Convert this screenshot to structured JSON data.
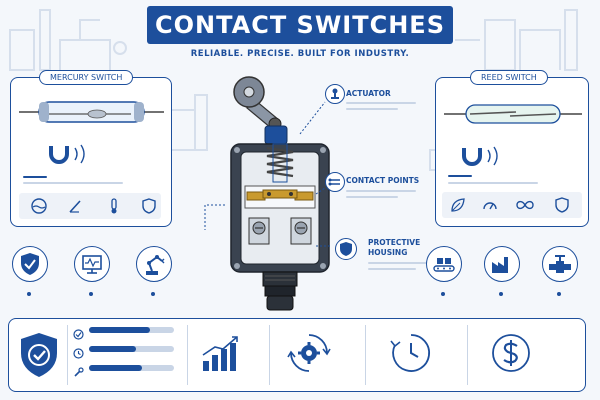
{
  "header": {
    "title": "CONTACT SWITCHES",
    "subtitle": "RELIABLE. PRECISE. BUILT FOR INDUSTRY."
  },
  "left_panel": {
    "title": "MERCURY SWITCH",
    "icons": [
      "level-icon",
      "tilt-icon",
      "thermometer-icon",
      "shield-icon"
    ]
  },
  "right_panel": {
    "title": "REED SWITCH",
    "icons": [
      "leaf-icon",
      "gauge-icon",
      "infinity-icon",
      "shield-icon"
    ]
  },
  "callouts": {
    "actuator": "ACTUATOR",
    "contact_points": "CONTACT POINTS",
    "protective_housing": "PROTECTIVE HOUSING"
  },
  "bottom_bars": [
    {
      "icon": "check-circle-icon",
      "level": 0.72
    },
    {
      "icon": "clock-icon",
      "level": 0.55
    },
    {
      "icon": "wrench-icon",
      "level": 0.62
    }
  ],
  "colors": {
    "primary": "#1d4f9c",
    "light": "#c9d5e6",
    "background": "#f4f7fb"
  }
}
